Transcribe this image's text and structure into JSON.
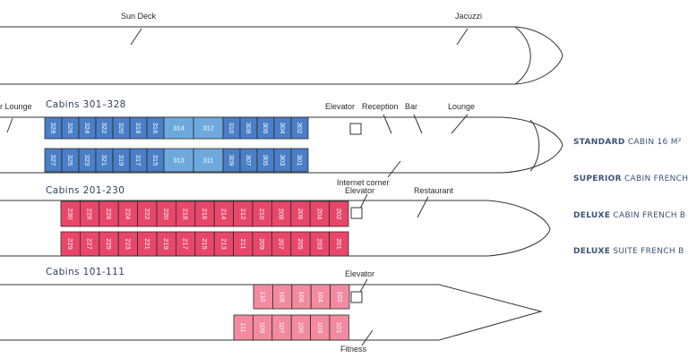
{
  "colors": {
    "standard": "#4a7ec6",
    "standard_light": "#6ea9dd",
    "deck_2": "#e8476a",
    "deck_1": "#f28aa0",
    "outline": "#333333",
    "legend_text": "#3b5277"
  },
  "sun_deck": {
    "label": "Sun Deck",
    "jacuzzi": "Jacuzzi"
  },
  "deck_3": {
    "title": "Cabins 301–328",
    "lounge_left": "r Lounge",
    "elevator": "Elevator",
    "reception": "Reception",
    "bar": "Bar",
    "lounge": "Lounge",
    "top_row": [
      "328",
      "326",
      "324",
      "322",
      "320",
      "318",
      "316",
      "314",
      "312",
      "310",
      "308",
      "306",
      "304",
      "302"
    ],
    "bottom_row": [
      "327",
      "325",
      "323",
      "321",
      "319",
      "317",
      "315",
      "313",
      "311",
      "309",
      "307",
      "305",
      "303",
      "301"
    ]
  },
  "deck_2": {
    "title": "Cabins 201-230",
    "internet_corner": "Internet corner",
    "elevator": "Elevator",
    "restaurant": "Restaurant",
    "top_row": [
      "230",
      "228",
      "226",
      "224",
      "222",
      "220",
      "218",
      "216",
      "214",
      "212",
      "210",
      "208",
      "206",
      "204",
      "202"
    ],
    "bottom_row": [
      "229",
      "227",
      "225",
      "223",
      "221",
      "219",
      "217",
      "215",
      "213",
      "211",
      "209",
      "207",
      "205",
      "203",
      "201"
    ]
  },
  "deck_1": {
    "title": "Cabins 101-111",
    "elevator": "Elevator",
    "fitness": "Fitness",
    "top_row": [
      "110",
      "108",
      "106",
      "104",
      "102"
    ],
    "bottom_row": [
      "111",
      "109",
      "107",
      "105",
      "103",
      "101"
    ]
  },
  "legend": [
    {
      "bold": "STANDARD",
      "rest": "CABIN 16 M²"
    },
    {
      "bold": "SUPERIOR",
      "rest": "CABIN FRENCH"
    },
    {
      "bold": "DELUXE",
      "rest": "CABIN FRENCH B"
    },
    {
      "bold": "DELUXE",
      "rest": "SUITE FRENCH B"
    }
  ]
}
